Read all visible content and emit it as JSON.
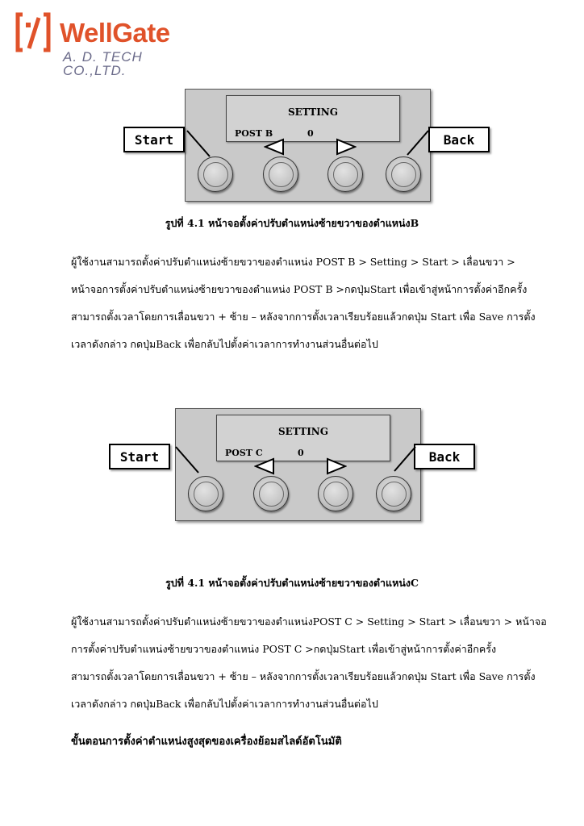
{
  "logo": {
    "name": "WellGate",
    "subtitle": "A. D. TECH CO.,LTD.",
    "colors": {
      "brand": "#e0522a",
      "sub": "#6b6b8a"
    }
  },
  "figures": [
    {
      "screen_title": "SETTING",
      "param_name": "POST B",
      "param_value": "0",
      "left_label": "Start",
      "right_label": "Back",
      "caption": "รูปที่ 4.1 หน้าจอตั้งค่าปรับตำแหน่งซ้ายขวาของตำแหน่งB"
    },
    {
      "screen_title": "SETTING",
      "param_name": "POST C",
      "param_value": "0",
      "left_label": "Start",
      "right_label": "Back",
      "caption": "รูปที่ 4.1 หน้าจอตั้งค่าปรับตำแหน่งซ้ายขวาของตำแหน่งC"
    }
  ],
  "paragraphs": [
    {
      "lines": [
        "ผู้ใช้งานสามารถตั้งค่าปรับตำแหน่งซ้ายขวาของตำแหน่ง POST B > Setting > Start > เลื่อนขวา >",
        "หน้าจอการตั้งค่าปรับตำแหน่งซ้ายขวาของตำแหน่ง POST B >กดปุ่มStart เพื่อเข้าสู่หน้าการตั้งค่าอีกครั้ง",
        "สามารถตั้งเวลาโดยการเลื่อนขวา + ซ้าย – หลังจากการตั้งเวลาเรียบร้อยแล้วกดปุ่ม Start เพื่อ Save การตั้ง",
        "เวลาดังกล่าว กดปุ่มBack เพื่อกลับไปตั้งค่าเวลาการทำงานส่วนอื่นต่อไป"
      ]
    },
    {
      "lines": [
        "ผู้ใช้งานสามารถตั้งค่าปรับตำแหน่งซ้ายขวาของตำแหน่งPOST C > Setting > Start > เลื่อนขวา > หน้าจอ",
        "การตั้งค่าปรับตำแหน่งซ้ายขวาของตำแหน่ง POST C >กดปุ่มStart เพื่อเข้าสู่หน้าการตั้งค่าอีกครั้ง",
        "สามารถตั้งเวลาโดยการเลื่อนขวา + ซ้าย – หลังจากการตั้งเวลาเรียบร้อยแล้วกดปุ่ม Start เพื่อ Save การตั้ง",
        "เวลาดังกล่าว กดปุ่มBack เพื่อกลับไปตั้งค่าเวลาการทำงานส่วนอื่นต่อไป"
      ]
    }
  ],
  "section_heading": "ขั้นตอนการตั้งค่าตำแหน่งสูงสุดของเครื่องย้อมสไลด์อัตโนมัติ"
}
